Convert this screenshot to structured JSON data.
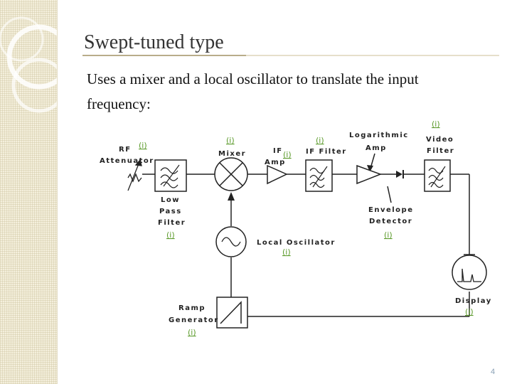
{
  "slide": {
    "title": "Swept-tuned type",
    "body": "Uses a mixer and a local oscillator to translate the input frequency:",
    "page_number": "4"
  },
  "diagram": {
    "link_text": "(i)",
    "labels": {
      "rf": "RF",
      "attenuator": "Attenuator",
      "mixer": "Mixer",
      "if": "IF",
      "amp": "Amp",
      "if_filter": "IF Filter",
      "log1": "Logarithmic",
      "log2": "Amp",
      "video1": "Video",
      "video2": "Filter",
      "lp1": "Low",
      "lp2": "Pass",
      "lp3": "Filter",
      "env1": "Envelope",
      "env2": "Detector",
      "lo": "Local Oscillator",
      "ramp1": "Ramp",
      "ramp2": "Generator",
      "display": "Display"
    },
    "link_color": "#5b9a2a"
  }
}
